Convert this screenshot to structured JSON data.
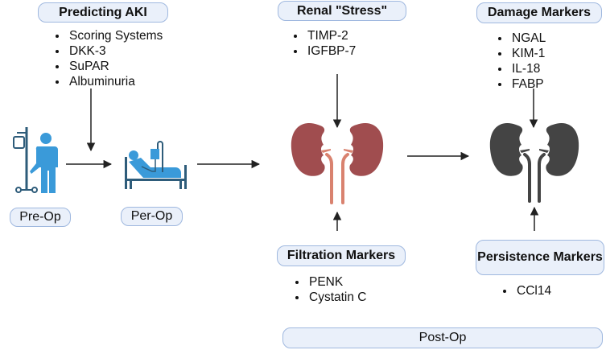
{
  "stages": {
    "pre_op": "Pre-Op",
    "per_op": "Per-Op",
    "post_op": "Post-Op"
  },
  "predicting": {
    "title": "Predicting AKI",
    "items": [
      "Scoring Systems",
      "DKK-3",
      "SuPAR",
      "Albuminuria"
    ]
  },
  "stress": {
    "title": "Renal \"Stress\"",
    "items": [
      "TIMP-2",
      "IGFBP-7"
    ]
  },
  "damage": {
    "title": "Damage Markers",
    "items": [
      "NGAL",
      "KIM-1",
      "IL-18",
      "FABP"
    ]
  },
  "filtration": {
    "title": "Filtration Markers",
    "items": [
      "PENK",
      "Cystatin C"
    ]
  },
  "persistence": {
    "title": "Persistence Markers",
    "items": [
      "CCl14"
    ]
  },
  "colors": {
    "patient_blue": "#3a9ad9",
    "equipment_dark": "#2e5c7a",
    "kidney_stressed": "#a04d4f",
    "ureter_stressed": "#d9826f",
    "kidney_damaged": "#444444",
    "box_fill": "#eaf0fa",
    "box_border": "#9fb8df"
  }
}
